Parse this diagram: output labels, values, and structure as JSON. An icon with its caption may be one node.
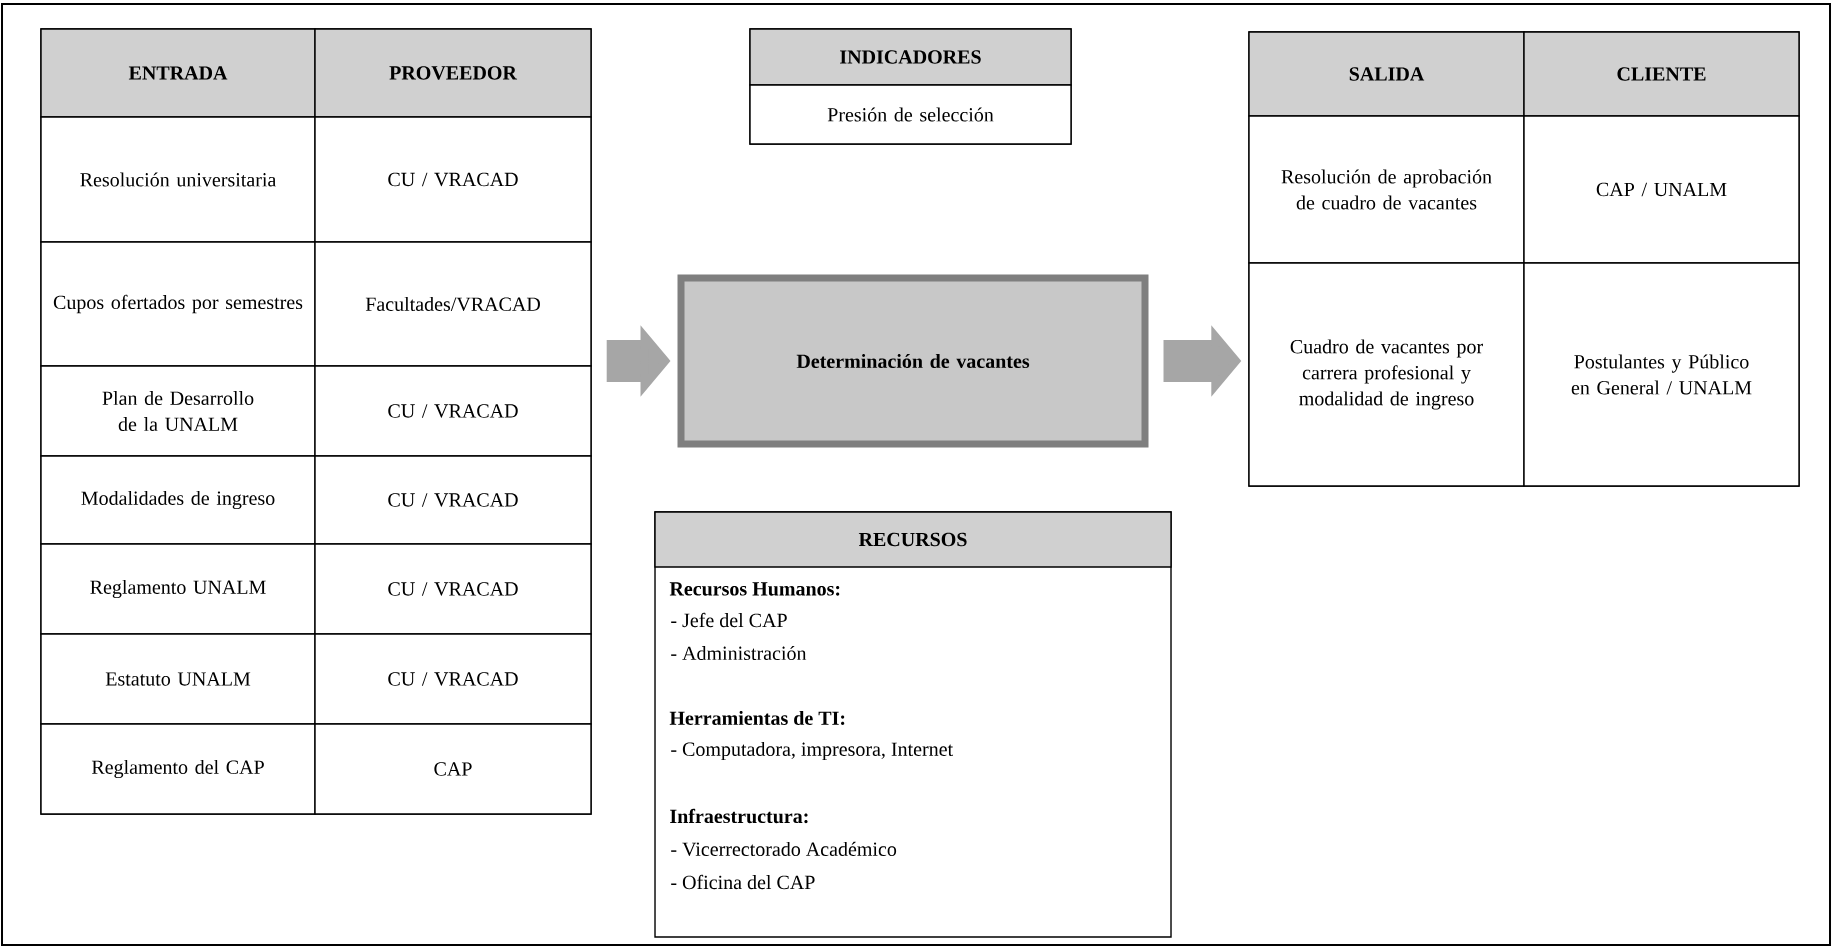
{
  "diagram": {
    "nodes": [
      {
        "text": [
          "ENTRADA",
          "PROVEEDOR",
          "Resolución universitaria",
          "CU / VRACAD",
          "Cupos ofertados por semestres",
          "Facultades/VRACAD",
          "Plan de Desarrollo de la UNALM",
          "CU / VRACAD",
          "Modalidades de ingreso",
          "CU / VRACAD",
          "Reglamento UNALM",
          "CU / VRACAD",
          "Estatuto UNALM",
          "CU / VRACAD",
          "Reglamento del CAP",
          "CAP"
        ]
      },
      {
        "text": [
          "INDICADORES",
          "Presión de selección"
        ]
      },
      {
        "text": [
          "Determinación de vacantes"
        ]
      },
      {
        "text": [
          "SALIDA",
          "CLIENTE",
          "Resolución de aprobación de cuadro de vacantes",
          "CAP / UNALM",
          "Cuadro de vacantes por carrera profesional y modalidad de ingreso",
          "Postulantes y Público en General / UNALM"
        ]
      },
      {
        "text": [
          "RECURSOS",
          "Recursos Humanos:",
          "- Jefe del CAP",
          "- Administración",
          "Herramientas de TI:",
          "- Computadora,  impresora, Internet",
          "Infraestructura:",
          "- Vicerrectorado Académico",
          "- Oficina del CAP"
        ]
      }
    ],
    "edges": [
      {
        "from": 0,
        "to": 2,
        "arrow": "to"
      },
      {
        "from": 2,
        "to": 3,
        "arrow": "to"
      }
    ]
  }
}
